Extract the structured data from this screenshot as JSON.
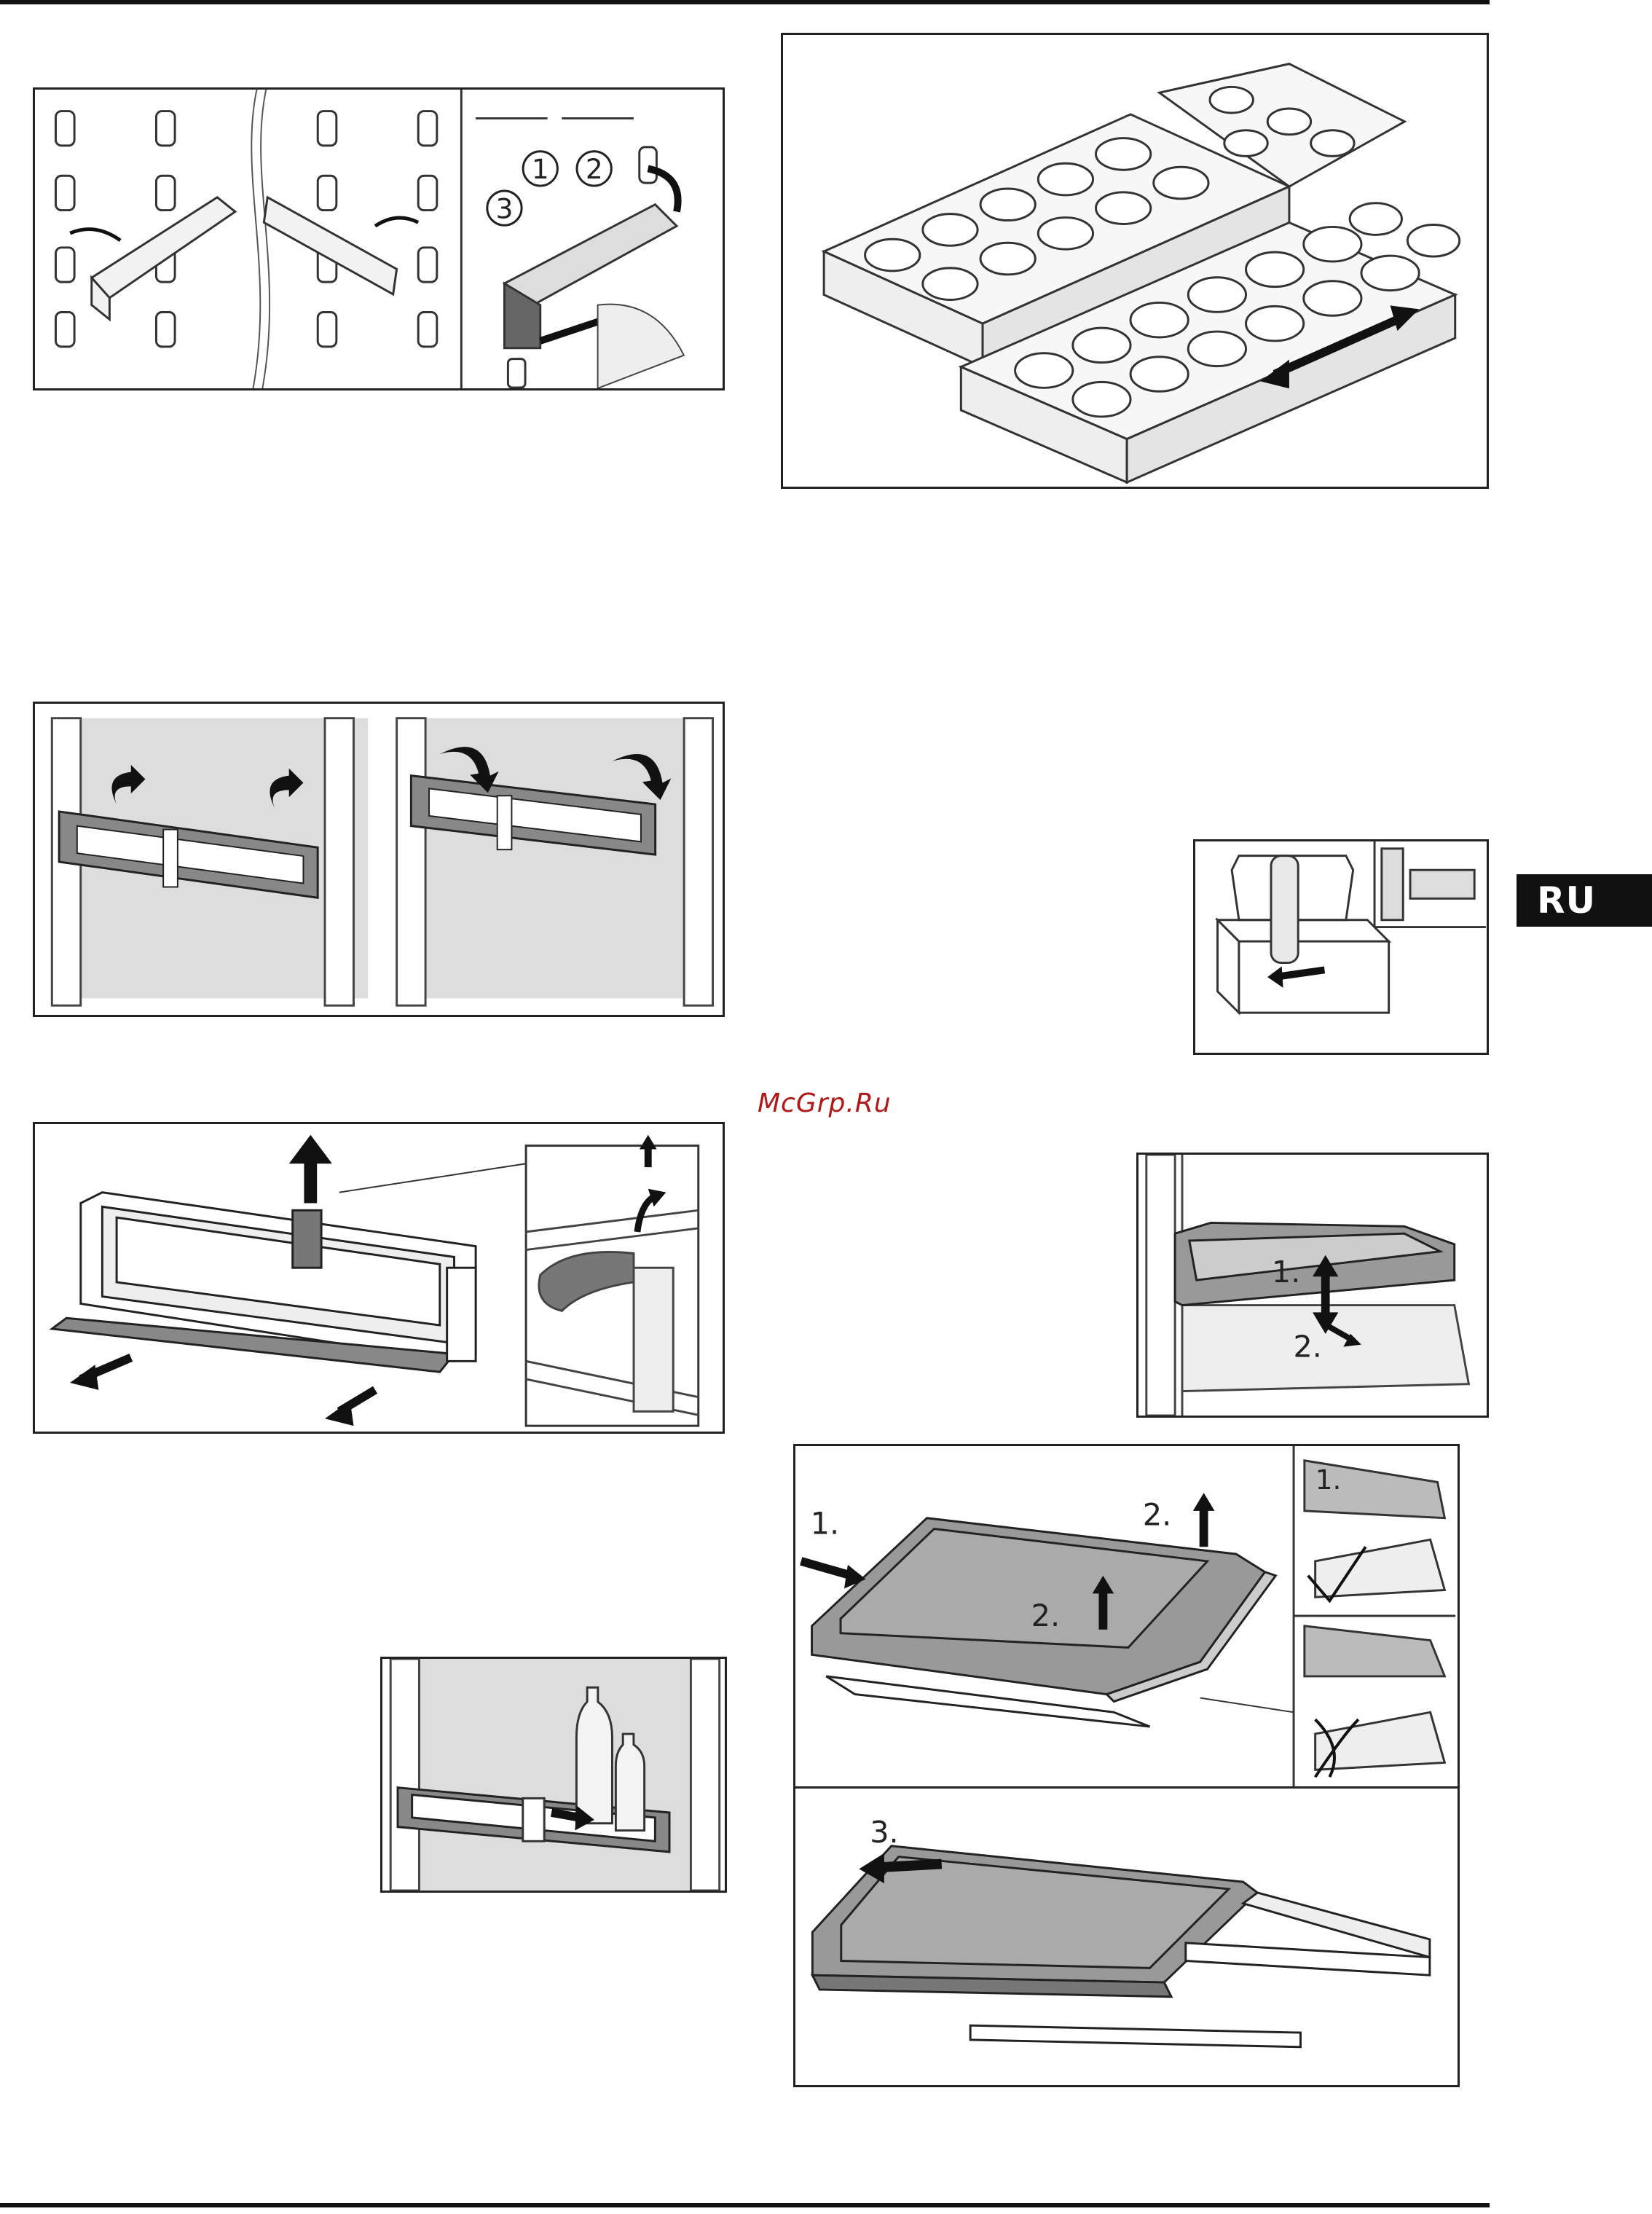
{
  "language_tab": "RU",
  "watermark": "McGrp.Ru",
  "figures": {
    "door_shelf_adjust": {
      "callouts": [
        "1",
        "2",
        "3"
      ]
    },
    "tray_steps": {
      "step1": "1.",
      "step2": "2.",
      "step3": "3."
    },
    "inset_steps": {
      "step1": "1."
    },
    "shelf_lift": {
      "step1": "1.",
      "step2": "2."
    }
  }
}
